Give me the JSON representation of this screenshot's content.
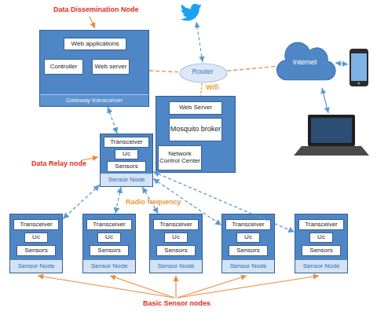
{
  "diagram": {
    "nodes": [
      {
        "text": [
          "Gateway transceiver"
        ]
      },
      {
        "text": [
          "Web applications"
        ],
        "in": 0
      },
      {
        "text": [
          "Controller"
        ],
        "in": 0
      },
      {
        "text": [
          "Web server"
        ],
        "in": 0
      },
      {
        "text": [
          "Router"
        ]
      },
      {
        "text": [
          "Internet"
        ]
      },
      {
        "text": [
          "Network Control Center"
        ]
      },
      {
        "text": [
          "Web Server"
        ],
        "in": 6
      },
      {
        "text": [
          "Mosquito broker"
        ],
        "in": 6
      },
      {
        "text": [
          "Sensor Node"
        ]
      },
      {
        "text": [
          "Transceiver"
        ],
        "in": 9
      },
      {
        "text": [
          "Uc"
        ],
        "in": 9
      },
      {
        "text": [
          "Sensors"
        ],
        "in": 9
      },
      {
        "text": [
          "Sensor Node"
        ]
      },
      {
        "text": [
          "Transceiver"
        ],
        "in": 13
      },
      {
        "text": [
          "Uc"
        ],
        "in": 13
      },
      {
        "text": [
          "Sensors"
        ],
        "in": 13
      },
      {
        "text": [
          "Sensor Node"
        ]
      },
      {
        "text": [
          "Transceiver"
        ],
        "in": 17
      },
      {
        "text": [
          "Uc"
        ],
        "in": 17
      },
      {
        "text": [
          "Sensors"
        ],
        "in": 17
      },
      {
        "text": [
          "Sensor Node"
        ]
      },
      {
        "text": [
          "Transceiver"
        ],
        "in": 21
      },
      {
        "text": [
          "Uc"
        ],
        "in": 21
      },
      {
        "text": [
          "Sensors"
        ],
        "in": 21
      },
      {
        "text": [
          "Sensor Node"
        ]
      },
      {
        "text": [
          "Transceiver"
        ],
        "in": 25
      },
      {
        "text": [
          "Uc"
        ],
        "in": 25
      },
      {
        "text": [
          "Sensors"
        ],
        "in": 25
      },
      {
        "text": [
          "Sensor Node"
        ]
      },
      {
        "text": [
          "Transceiver"
        ],
        "in": 29
      },
      {
        "text": [
          "Uc"
        ],
        "in": 29
      },
      {
        "text": [
          "Sensors"
        ],
        "in": 29
      }
    ],
    "edges": [
      {
        "from": 0,
        "to": 4,
        "arrow": "none"
      },
      {
        "from": 4,
        "to": 5,
        "arrow": "none"
      },
      {
        "from": 4,
        "to": 6,
        "label": "Wifi",
        "arrow": "none"
      },
      {
        "from": 0,
        "to": 9,
        "arrow": "both"
      },
      {
        "from": 9,
        "to": 13,
        "arrow": "both"
      },
      {
        "from": 9,
        "to": 17,
        "arrow": "both"
      },
      {
        "from": 9,
        "to": 21,
        "arrow": "both"
      },
      {
        "from": 9,
        "to": 25,
        "arrow": "both"
      },
      {
        "from": 9,
        "to": 29,
        "arrow": "both"
      }
    ],
    "labels": [
      "Data Dissemination Node",
      "Data Relay node",
      "Radio frequency",
      "Basic Sensor nodes"
    ]
  }
}
